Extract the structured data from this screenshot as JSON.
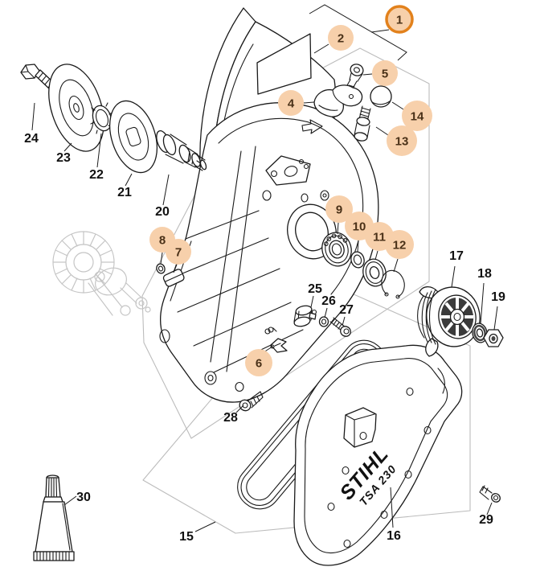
{
  "doc": {
    "type": "exploded-parts-diagram",
    "product_logo": {
      "line1": "STIHL",
      "line2": "TSA 230"
    }
  },
  "colors": {
    "background": "#ffffff",
    "line_art": "#1a1a1a",
    "ghost_reference_part": "#c5c5c5",
    "boundary_line": "#bcbcbc",
    "callout_fill": "#f7d0ab",
    "callout_ring": "#e2811c",
    "callout_number": "#4a3118",
    "label_number": "#111111"
  },
  "highlighted_callout": "1",
  "callouts": {
    "c1": "1",
    "c2": "2",
    "c4": "4",
    "c5": "5",
    "c6": "6",
    "c7": "7",
    "c8": "8",
    "c9": "9",
    "c10": "10",
    "c11": "11",
    "c12": "12",
    "c13": "13",
    "c14": "14"
  },
  "labels": {
    "l15": "15",
    "l16": "16",
    "l17": "17",
    "l18": "18",
    "l19": "19",
    "l20": "20",
    "l21": "21",
    "l22": "22",
    "l23": "23",
    "l24": "24",
    "l25": "25",
    "l26": "26",
    "l27": "27",
    "l28": "28",
    "l29": "29",
    "l30": "30"
  }
}
